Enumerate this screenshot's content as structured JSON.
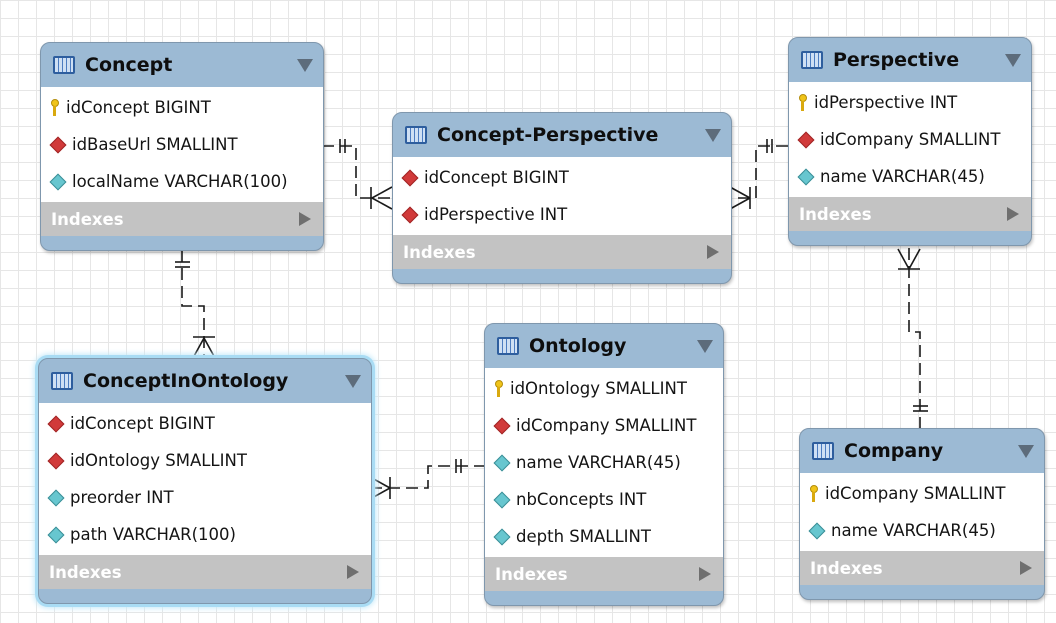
{
  "tables": [
    {
      "id": "concept",
      "title": "Concept",
      "columns": [
        {
          "key": "pk",
          "text": "idConcept BIGINT"
        },
        {
          "key": "fk",
          "text": "idBaseUrl SMALLINT"
        },
        {
          "key": "attr",
          "text": "localName VARCHAR(100)"
        }
      ],
      "indexes_label": "Indexes"
    },
    {
      "id": "concept-perspective",
      "title": "Concept-Perspective",
      "columns": [
        {
          "key": "fk",
          "text": "idConcept BIGINT"
        },
        {
          "key": "fk",
          "text": "idPerspective INT"
        }
      ],
      "indexes_label": "Indexes"
    },
    {
      "id": "perspective",
      "title": "Perspective",
      "columns": [
        {
          "key": "pk",
          "text": "idPerspective INT"
        },
        {
          "key": "fk",
          "text": "idCompany SMALLINT"
        },
        {
          "key": "attr",
          "text": "name VARCHAR(45)"
        }
      ],
      "indexes_label": "Indexes"
    },
    {
      "id": "concept-in-ontology",
      "title": "ConceptInOntology",
      "selected": true,
      "columns": [
        {
          "key": "fk",
          "text": "idConcept BIGINT"
        },
        {
          "key": "fk",
          "text": "idOntology SMALLINT"
        },
        {
          "key": "attr",
          "text": "preorder INT"
        },
        {
          "key": "attr",
          "text": "path VARCHAR(100)"
        }
      ],
      "indexes_label": "Indexes"
    },
    {
      "id": "ontology",
      "title": "Ontology",
      "columns": [
        {
          "key": "pk",
          "text": "idOntology SMALLINT"
        },
        {
          "key": "fk",
          "text": "idCompany SMALLINT"
        },
        {
          "key": "attr",
          "text": "name VARCHAR(45)"
        },
        {
          "key": "attr",
          "text": "nbConcepts INT"
        },
        {
          "key": "attr",
          "text": "depth SMALLINT"
        }
      ],
      "indexes_label": "Indexes"
    },
    {
      "id": "company",
      "title": "Company",
      "columns": [
        {
          "key": "pk",
          "text": "idCompany SMALLINT"
        },
        {
          "key": "attr",
          "text": "name VARCHAR(45)"
        }
      ],
      "indexes_label": "Indexes"
    }
  ],
  "icons": {
    "table": "table-icon",
    "pk": "primary-key-icon",
    "fk": "foreign-key-icon",
    "attr": "column-attribute-icon",
    "collapse": "collapse-triangle-icon",
    "expand": "expand-arrow-icon"
  },
  "colors": {
    "header": "#9cbad4",
    "indexes_bar": "#c3c3c3",
    "primary_key": "#f0c419",
    "foreign_key": "#d13a3a",
    "attribute": "#67c6cf",
    "selection_glow": "#a9dcf4"
  }
}
